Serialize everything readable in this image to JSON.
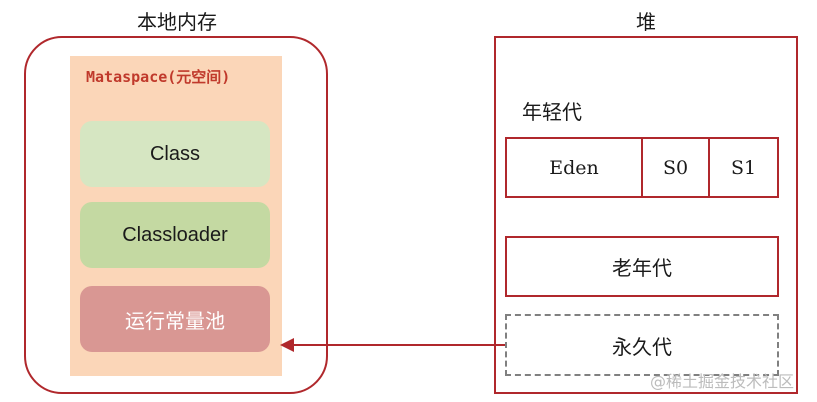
{
  "native_memory": {
    "title": "本地内存",
    "metaspace_title": "Mataspace(元空间)",
    "items": [
      "Class",
      "Classloader",
      "运行常量池"
    ]
  },
  "heap": {
    "title": "堆",
    "young_gen_label": "年轻代",
    "eden": "Eden",
    "s0": "S0",
    "s1": "S1",
    "old_gen": "老年代",
    "perm_gen": "永久代"
  },
  "colors": {
    "border_red": "#b0282c",
    "metaspace_bg": "#fbd6b8",
    "class_bg": "#d6e6c2",
    "classloader_bg": "#c4d9a2",
    "pool_bg": "#d99793",
    "dashed_gray": "#808080"
  },
  "watermark": "@稀土掘金技术社区"
}
